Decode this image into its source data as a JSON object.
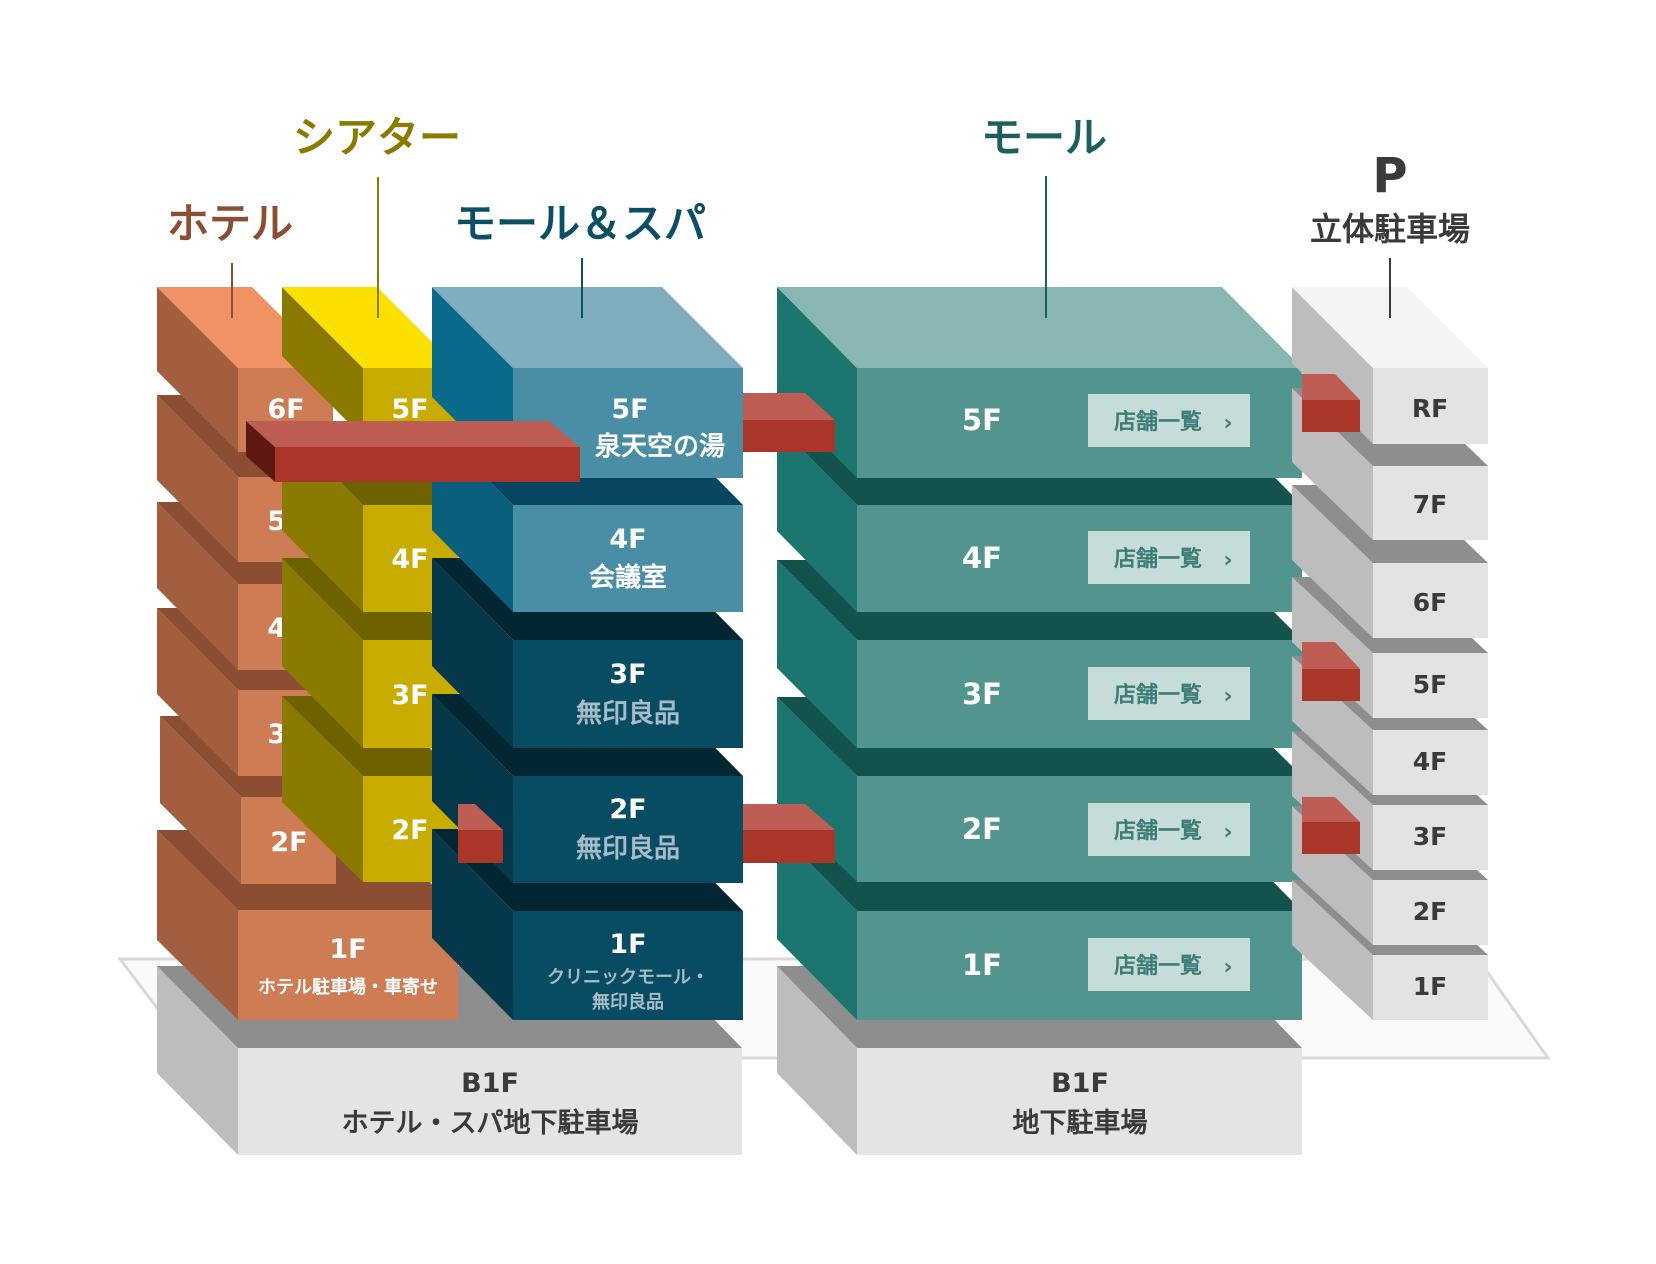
{
  "headers": {
    "hotel": "ホテル",
    "theater": "シアター",
    "mall_spa": "モール＆スパ",
    "mall": "モール",
    "parking_p": "P",
    "parking": "立体駐車場"
  },
  "hotel_floors": {
    "f6": "6F",
    "f5": "5F",
    "f4": "4F",
    "f3": "3F",
    "f2": "2F",
    "f1": "1F",
    "f1_sub": "ホテル駐車場・車寄せ"
  },
  "theater_floors": {
    "f5": "5F",
    "f4": "4F",
    "f3": "3F",
    "f2": "2F"
  },
  "spa_floors": {
    "f5": "5F",
    "f5_sub": "泉天空の湯",
    "f4": "4F",
    "f4_sub": "会議室",
    "f3": "3F",
    "f3_sub": "無印良品",
    "f2": "2F",
    "f2_sub": "無印良品",
    "f1": "1F",
    "f1_sub1": "クリニックモール・",
    "f1_sub2": "無印良品"
  },
  "mall_floors": {
    "f5": "5F",
    "f4": "4F",
    "f3": "3F",
    "f2": "2F",
    "f1": "1F",
    "shop_list": "店舗一覧"
  },
  "parking_floors": {
    "rf": "RF",
    "f7": "7F",
    "f6": "6F",
    "f5": "5F",
    "f4": "4F",
    "f3": "3F",
    "f2": "2F",
    "f1": "1F"
  },
  "basement": {
    "left_floor": "B1F",
    "left_label": "ホテル・スパ地下駐車場",
    "right_floor": "B1F",
    "right_label": "地下駐車場"
  },
  "colors": {
    "hotel": "#cd7c53",
    "theater": "#c8ac00",
    "spa_upper": "#4a8ea6",
    "spa_lower": "#084c63",
    "mall": "#52958f",
    "parking": "#e3e3e3",
    "bridge": "#a93628"
  }
}
